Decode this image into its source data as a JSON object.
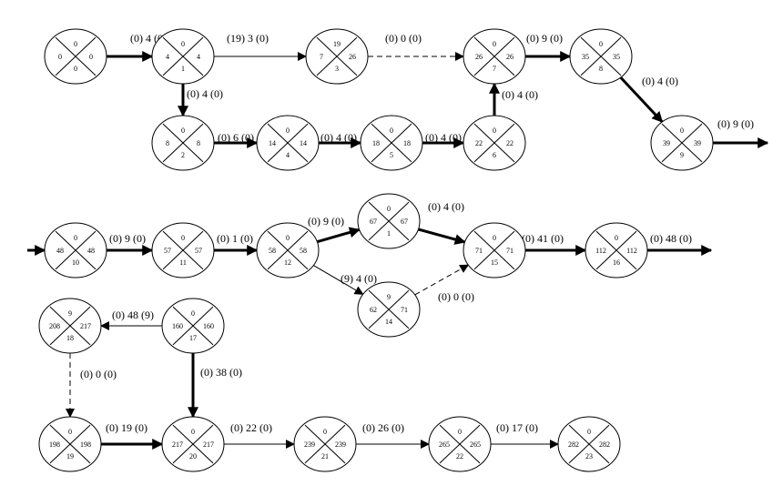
{
  "nodes": [
    {
      "id": "n1",
      "top": "0",
      "left": "0",
      "right": "0",
      "bottom": "0"
    },
    {
      "id": "n2",
      "top": "0",
      "left": "4",
      "right": "4",
      "bottom": "1"
    },
    {
      "id": "n3",
      "top": "19",
      "left": "7",
      "right": "26",
      "bottom": "3"
    },
    {
      "id": "n4",
      "top": "0",
      "left": "26",
      "right": "26",
      "bottom": "7"
    },
    {
      "id": "n5",
      "top": "0",
      "left": "35",
      "right": "35",
      "bottom": "8"
    },
    {
      "id": "n6",
      "top": "0",
      "left": "39",
      "right": "39",
      "bottom": "9"
    },
    {
      "id": "n7",
      "top": "0",
      "left": "8",
      "right": "8",
      "bottom": "2"
    },
    {
      "id": "n8",
      "top": "0",
      "left": "14",
      "right": "14",
      "bottom": "4"
    },
    {
      "id": "n9",
      "top": "0",
      "left": "18",
      "right": "18",
      "bottom": "5"
    },
    {
      "id": "n10",
      "top": "0",
      "left": "22",
      "right": "22",
      "bottom": "6"
    },
    {
      "id": "n11",
      "top": "0",
      "left": "48",
      "right": "48",
      "bottom": "10"
    },
    {
      "id": "n12",
      "top": "0",
      "left": "57",
      "right": "57",
      "bottom": "11"
    },
    {
      "id": "n13",
      "top": "0",
      "left": "58",
      "right": "58",
      "bottom": "12"
    },
    {
      "id": "n14",
      "top": "0",
      "left": "67",
      "right": "67",
      "bottom": "1"
    },
    {
      "id": "n15",
      "top": "9",
      "left": "62",
      "right": "71",
      "bottom": "14"
    },
    {
      "id": "n16",
      "top": "0",
      "left": "71",
      "right": "71",
      "bottom": "15"
    },
    {
      "id": "n17",
      "top": "0",
      "left": "112",
      "right": "112",
      "bottom": "16"
    },
    {
      "id": "n18",
      "top": "9",
      "left": "208",
      "right": "217",
      "bottom": "18"
    },
    {
      "id": "n19",
      "top": "0",
      "left": "160",
      "right": "160",
      "bottom": "17"
    },
    {
      "id": "n20",
      "top": "0",
      "left": "198",
      "right": "198",
      "bottom": "19"
    },
    {
      "id": "n21",
      "top": "0",
      "left": "217",
      "right": "217",
      "bottom": "20"
    },
    {
      "id": "n22",
      "top": "0",
      "left": "239",
      "right": "239",
      "bottom": "21"
    },
    {
      "id": "n23",
      "top": "0",
      "left": "265",
      "right": "265",
      "bottom": "22"
    },
    {
      "id": "n24",
      "top": "0",
      "left": "282",
      "right": "282",
      "bottom": "23"
    }
  ],
  "edges": [
    {
      "from": "n1",
      "to": "n2",
      "style": "thick",
      "label": "(0) 4 (0)"
    },
    {
      "from": "n2",
      "to": "n3",
      "style": "thin",
      "label": "(19) 3 (0)"
    },
    {
      "from": "n3",
      "to": "n4",
      "style": "dashed",
      "label": "(0) 0 (0)"
    },
    {
      "from": "n4",
      "to": "n5",
      "style": "thick",
      "label": "(0) 9 (0)"
    },
    {
      "from": "n5",
      "to": "n6",
      "style": "thick",
      "label": "(0) 4 (0)"
    },
    {
      "from": "n6",
      "to": "",
      "style": "thick",
      "label": "(0) 9 (0)"
    },
    {
      "from": "n2",
      "to": "n7",
      "style": "thick",
      "label": "(0) 4 (0)"
    },
    {
      "from": "n7",
      "to": "n8",
      "style": "thick",
      "label": "(0) 6 (0)"
    },
    {
      "from": "n8",
      "to": "n9",
      "style": "thick",
      "label": "(0) 4 (0)"
    },
    {
      "from": "n9",
      "to": "n10",
      "style": "thick",
      "label": "(0) 4 (0)"
    },
    {
      "from": "n10",
      "to": "n4",
      "style": "thick",
      "label": "(0) 4 (0)"
    },
    {
      "from": "",
      "to": "n11",
      "style": "thick",
      "label": ""
    },
    {
      "from": "n11",
      "to": "n12",
      "style": "thick",
      "label": "(0) 9 (0)"
    },
    {
      "from": "n12",
      "to": "n13",
      "style": "thick",
      "label": "(0) 1 (0)"
    },
    {
      "from": "n13",
      "to": "n14",
      "style": "thick",
      "label": "(0) 9 (0)"
    },
    {
      "from": "n13",
      "to": "n15",
      "style": "thin",
      "label": "(9) 4 (0)"
    },
    {
      "from": "n14",
      "to": "n16",
      "style": "thick",
      "label": "(0) 4 (0)"
    },
    {
      "from": "n15",
      "to": "n16",
      "style": "dashed",
      "label": "(0) 0 (0)"
    },
    {
      "from": "n16",
      "to": "n17",
      "style": "thick",
      "label": "(0) 41 (0)"
    },
    {
      "from": "n17",
      "to": "",
      "style": "thick",
      "label": "(0) 48 (0)"
    },
    {
      "from": "n19",
      "to": "n18",
      "style": "thin",
      "label": "(0) 48 (9)"
    },
    {
      "from": "n18",
      "to": "n20",
      "style": "dashed",
      "label": "(0) 0 (0)"
    },
    {
      "from": "n19",
      "to": "n21",
      "style": "thick",
      "label": "(0) 38 (0)"
    },
    {
      "from": "n20",
      "to": "n21",
      "style": "thick",
      "label": "(0) 19 (0)"
    },
    {
      "from": "n21",
      "to": "n22",
      "style": "thin",
      "label": "(0) 22 (0)"
    },
    {
      "from": "n22",
      "to": "n23",
      "style": "thin",
      "label": "(0) 26 (0)"
    },
    {
      "from": "n23",
      "to": "n24",
      "style": "thin",
      "label": "(0) 17 (0)"
    }
  ]
}
